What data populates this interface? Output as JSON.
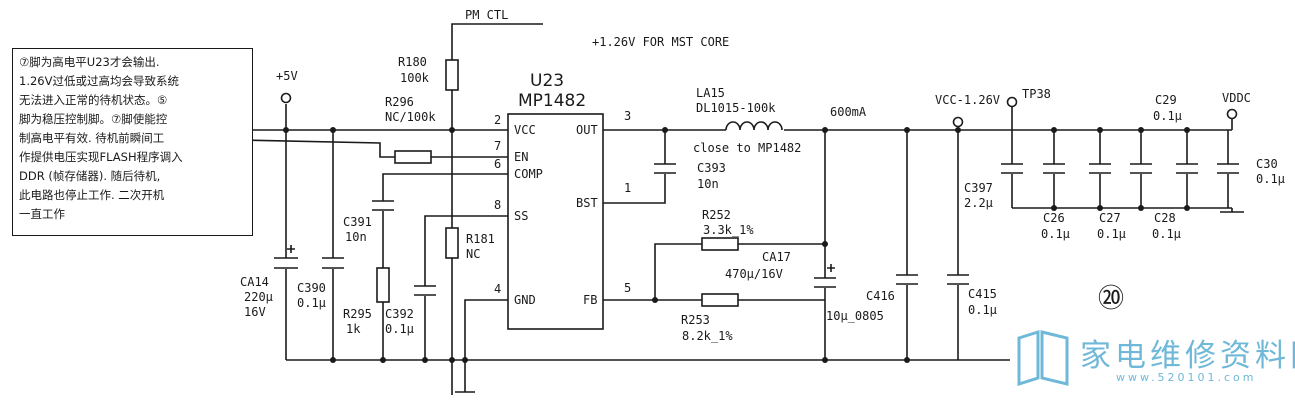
{
  "top_labels": {
    "pm_ctl": "PM CTL",
    "core_rail": "+1.26V FOR MST CORE"
  },
  "note_lines": [
    "⑦脚为高电平U23才会输出.",
    "1.26V过低或过高均会导致系统",
    "无法进入正常的待机状态。⑤",
    "脚为稳压控制脚。⑦脚使能控",
    "制高电平有效. 待机前瞬间工",
    "作提供电压实现FLASH程序调入",
    "DDR (帧存储器). 随后待机,",
    "此电路也停止工作. 二次开机",
    "一直工作"
  ],
  "ic": {
    "ref": "U23",
    "part": "MP1482",
    "pins_left": [
      "VCC",
      "EN",
      "COMP",
      "SS",
      "GND"
    ],
    "pins_right": [
      "OUT",
      "BST",
      "FB"
    ],
    "pin_numbers": {
      "vcc": "2",
      "en": "7",
      "comp": "6",
      "ss": "8",
      "gnd": "4",
      "out": "3",
      "bst": "1",
      "fb": "5"
    }
  },
  "nets": {
    "plus5v": "+5V",
    "vcc_126": "VCC-1.26V",
    "tp38": "TP38",
    "vddc": "VDDC",
    "current": "600mA"
  },
  "components": {
    "r180": {
      "ref": "R180",
      "value": "100k"
    },
    "r296": {
      "ref": "R296",
      "value": "NC/100k"
    },
    "r181": {
      "ref": "R181",
      "value": "NC"
    },
    "r295": {
      "ref": "R295",
      "value": "1k"
    },
    "c391": {
      "ref": "C391",
      "value": "10n"
    },
    "c392": {
      "ref": "C392",
      "value": "0.1μ"
    },
    "c390": {
      "ref": "C390",
      "value": "0.1μ"
    },
    "ca14": {
      "ref": "CA14",
      "value": "220μ",
      "voltage": "16V"
    },
    "la15": {
      "ref": "LA15",
      "value": "DL1015-100k"
    },
    "c393": {
      "ref": "C393",
      "value": "10n",
      "note": "close to MP1482"
    },
    "r252": {
      "ref": "R252",
      "value": "3.3k_1%"
    },
    "r253": {
      "ref": "R253",
      "value": "8.2k_1%"
    },
    "ca17": {
      "ref": "CA17",
      "value": "470μ/16V"
    },
    "c416": {
      "ref": "C416",
      "value": "10μ_0805"
    },
    "c397": {
      "ref": "C397",
      "value": "2.2μ"
    },
    "c415": {
      "ref": "C415",
      "value": "0.1μ"
    },
    "c26": {
      "ref": "C26",
      "value": "0.1μ"
    },
    "c27": {
      "ref": "C27",
      "value": "0.1μ"
    },
    "c28": {
      "ref": "C28",
      "value": "0.1μ"
    },
    "c29": {
      "ref": "C29",
      "value": "0.1μ"
    },
    "c30": {
      "ref": "C30",
      "value": "0.1μ"
    }
  },
  "figure_number": "⑳",
  "watermark": {
    "name": "家电维修资料网",
    "url": "www.520101.com"
  },
  "colors": {
    "ink": "#1a1a1a",
    "brand": "#6fb8d8",
    "paper": "#ffffff"
  }
}
